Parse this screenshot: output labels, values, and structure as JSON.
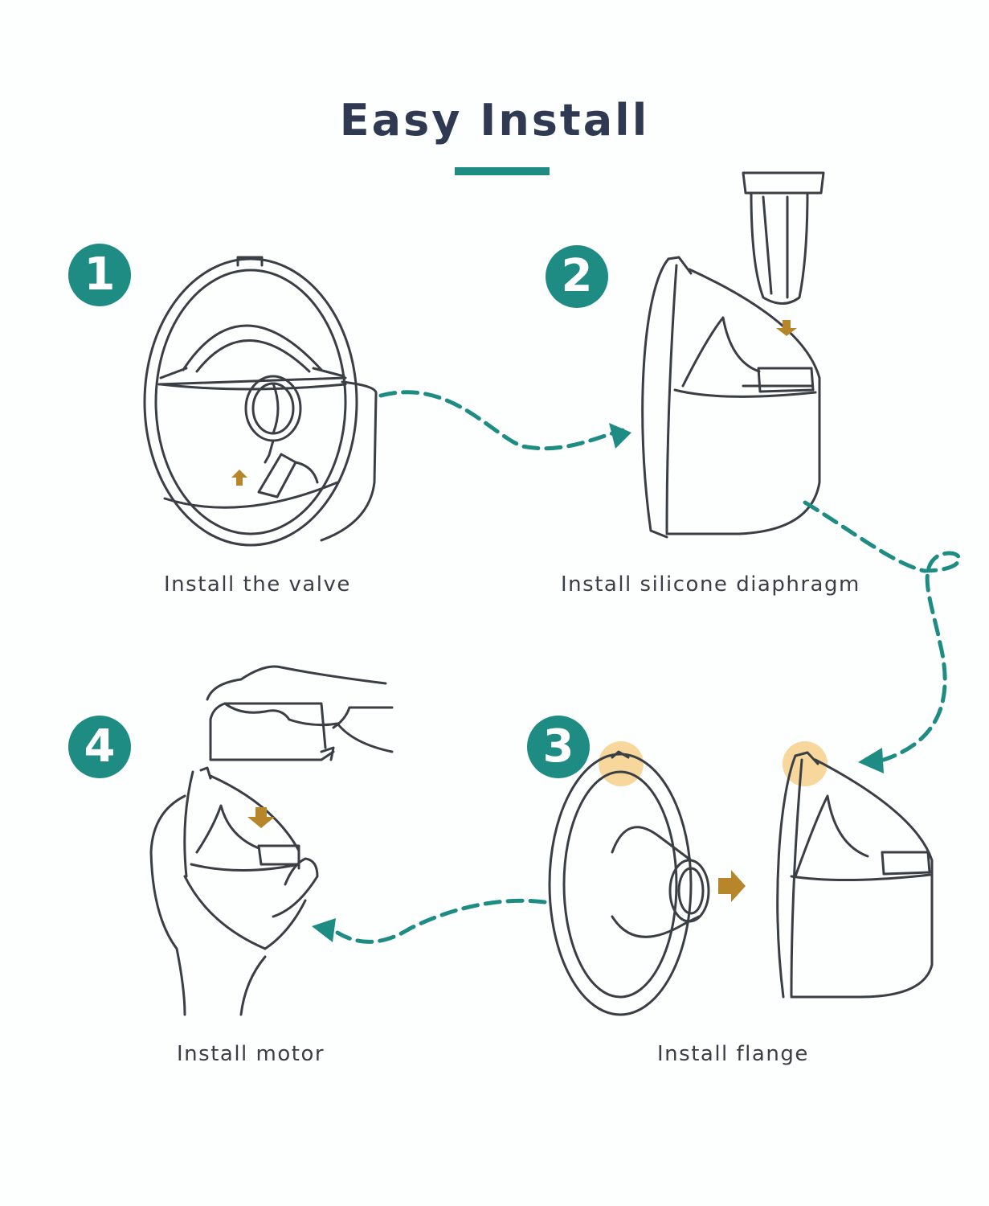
{
  "title": "Easy Install",
  "colors": {
    "accent": "#1f8c84",
    "title": "#2f3a52",
    "arrow": "#b8862a",
    "highlight": "#f6c97c",
    "line": "#3a3f45"
  },
  "steps": [
    {
      "number": "1",
      "caption": "Install the valve"
    },
    {
      "number": "2",
      "caption": "Install silicone diaphragm"
    },
    {
      "number": "3",
      "caption": "Install flange"
    },
    {
      "number": "4",
      "caption": "Install motor"
    }
  ]
}
